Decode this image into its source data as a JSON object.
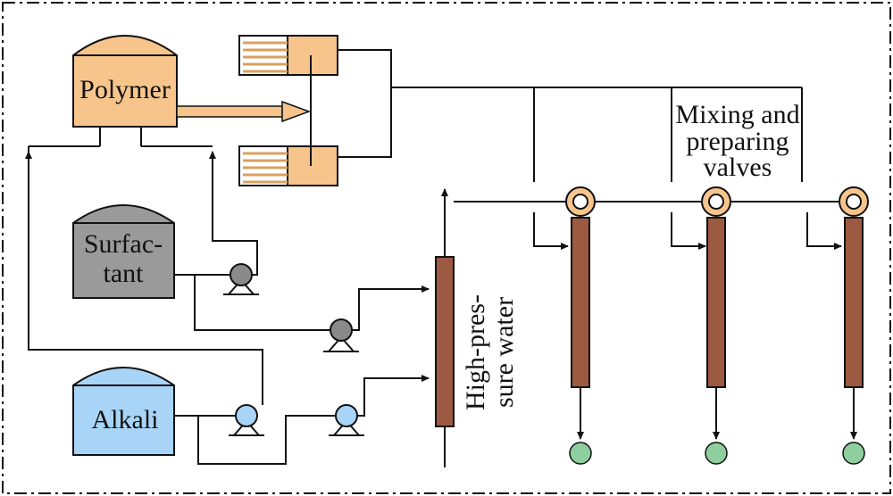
{
  "tanks": {
    "polymer": {
      "label": "Polymer",
      "color": "#f7c58c"
    },
    "surfactant": {
      "label_line1": "Surfac-",
      "label_line2": "tant",
      "color": "#9a9a9a"
    },
    "alkali": {
      "label": "Alkali",
      "color": "#a8d4f7"
    }
  },
  "labels": {
    "high_pressure_line1": "High-pres-",
    "high_pressure_line2": "sure water",
    "mixing_line1": "Mixing and",
    "mixing_line2": "preparing",
    "mixing_line3": "valves"
  },
  "colors": {
    "column": "#9c5a42",
    "valve": "#f7c58c",
    "outlet": "#8fcf9f",
    "pump_gray": "#8a8a8a",
    "pump_blue": "#a8d4f7",
    "mixer": "#f7c58c"
  }
}
